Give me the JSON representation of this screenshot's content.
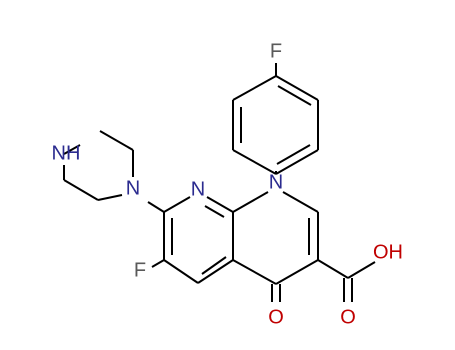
{
  "colors": {
    "bond": "#000000",
    "nitrogen": "#2b2b8f",
    "oxygen": "#c00000",
    "fluorine": "#5a5a5a",
    "background": "#ffffff"
  },
  "atoms": {
    "F_top": "F",
    "N_ring1": "N",
    "N_ring2": "N",
    "N_piperazine_NH": "NH",
    "N_piperazine": "N",
    "F_left": "F",
    "O_keto": "O",
    "O_acid_OH": "OH",
    "O_acid_O": "O"
  }
}
